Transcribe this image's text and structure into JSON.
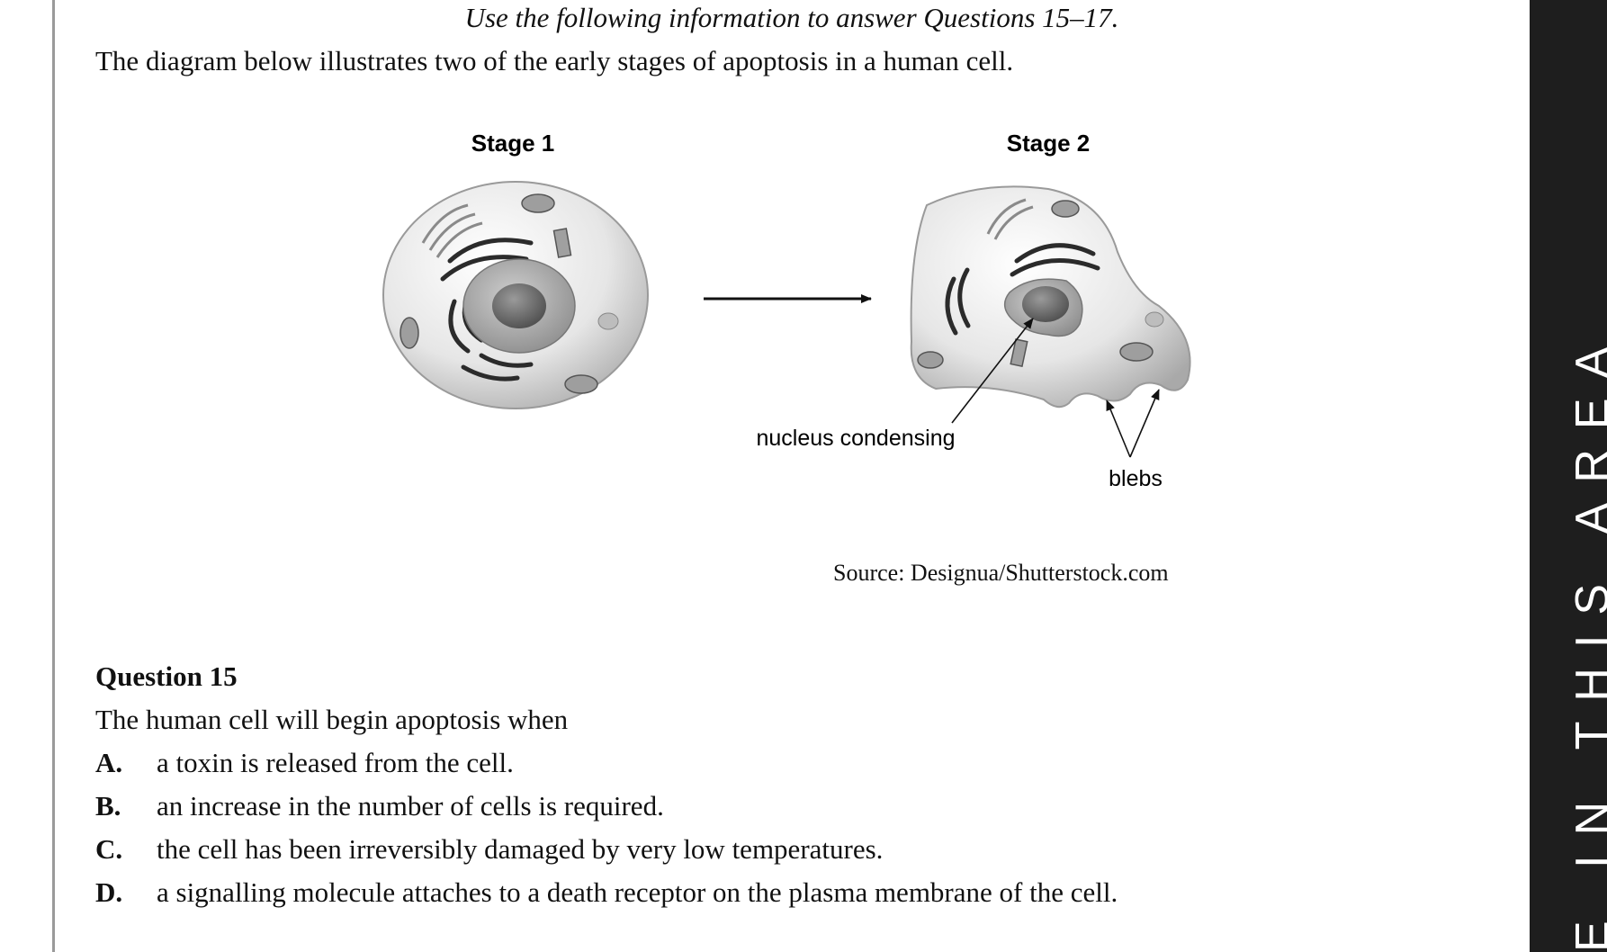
{
  "intro_text": "Use the following information to answer Questions 15–17.",
  "stem_text": "The diagram below illustrates two of the early stages of apoptosis in a human cell.",
  "diagram": {
    "stage1_label": "Stage 1",
    "stage2_label": "Stage 2",
    "nucleus_label": "nucleus condensing",
    "blebs_label": "blebs"
  },
  "source_text": "Source: Designua/Shutterstock.com",
  "question": {
    "title": "Question 15",
    "stem": "The human cell will begin apoptosis when",
    "options": [
      {
        "letter": "A.",
        "text": "a toxin is released from the cell."
      },
      {
        "letter": "B.",
        "text": "an increase in the number of cells is required."
      },
      {
        "letter": "C.",
        "text": "the cell has been irreversibly damaged by very low temperatures."
      },
      {
        "letter": "D.",
        "text": "a signalling molecule attaches to a death receptor on the plasma membrane of the cell."
      }
    ]
  },
  "side_band_text": "E IN THIS AREA"
}
